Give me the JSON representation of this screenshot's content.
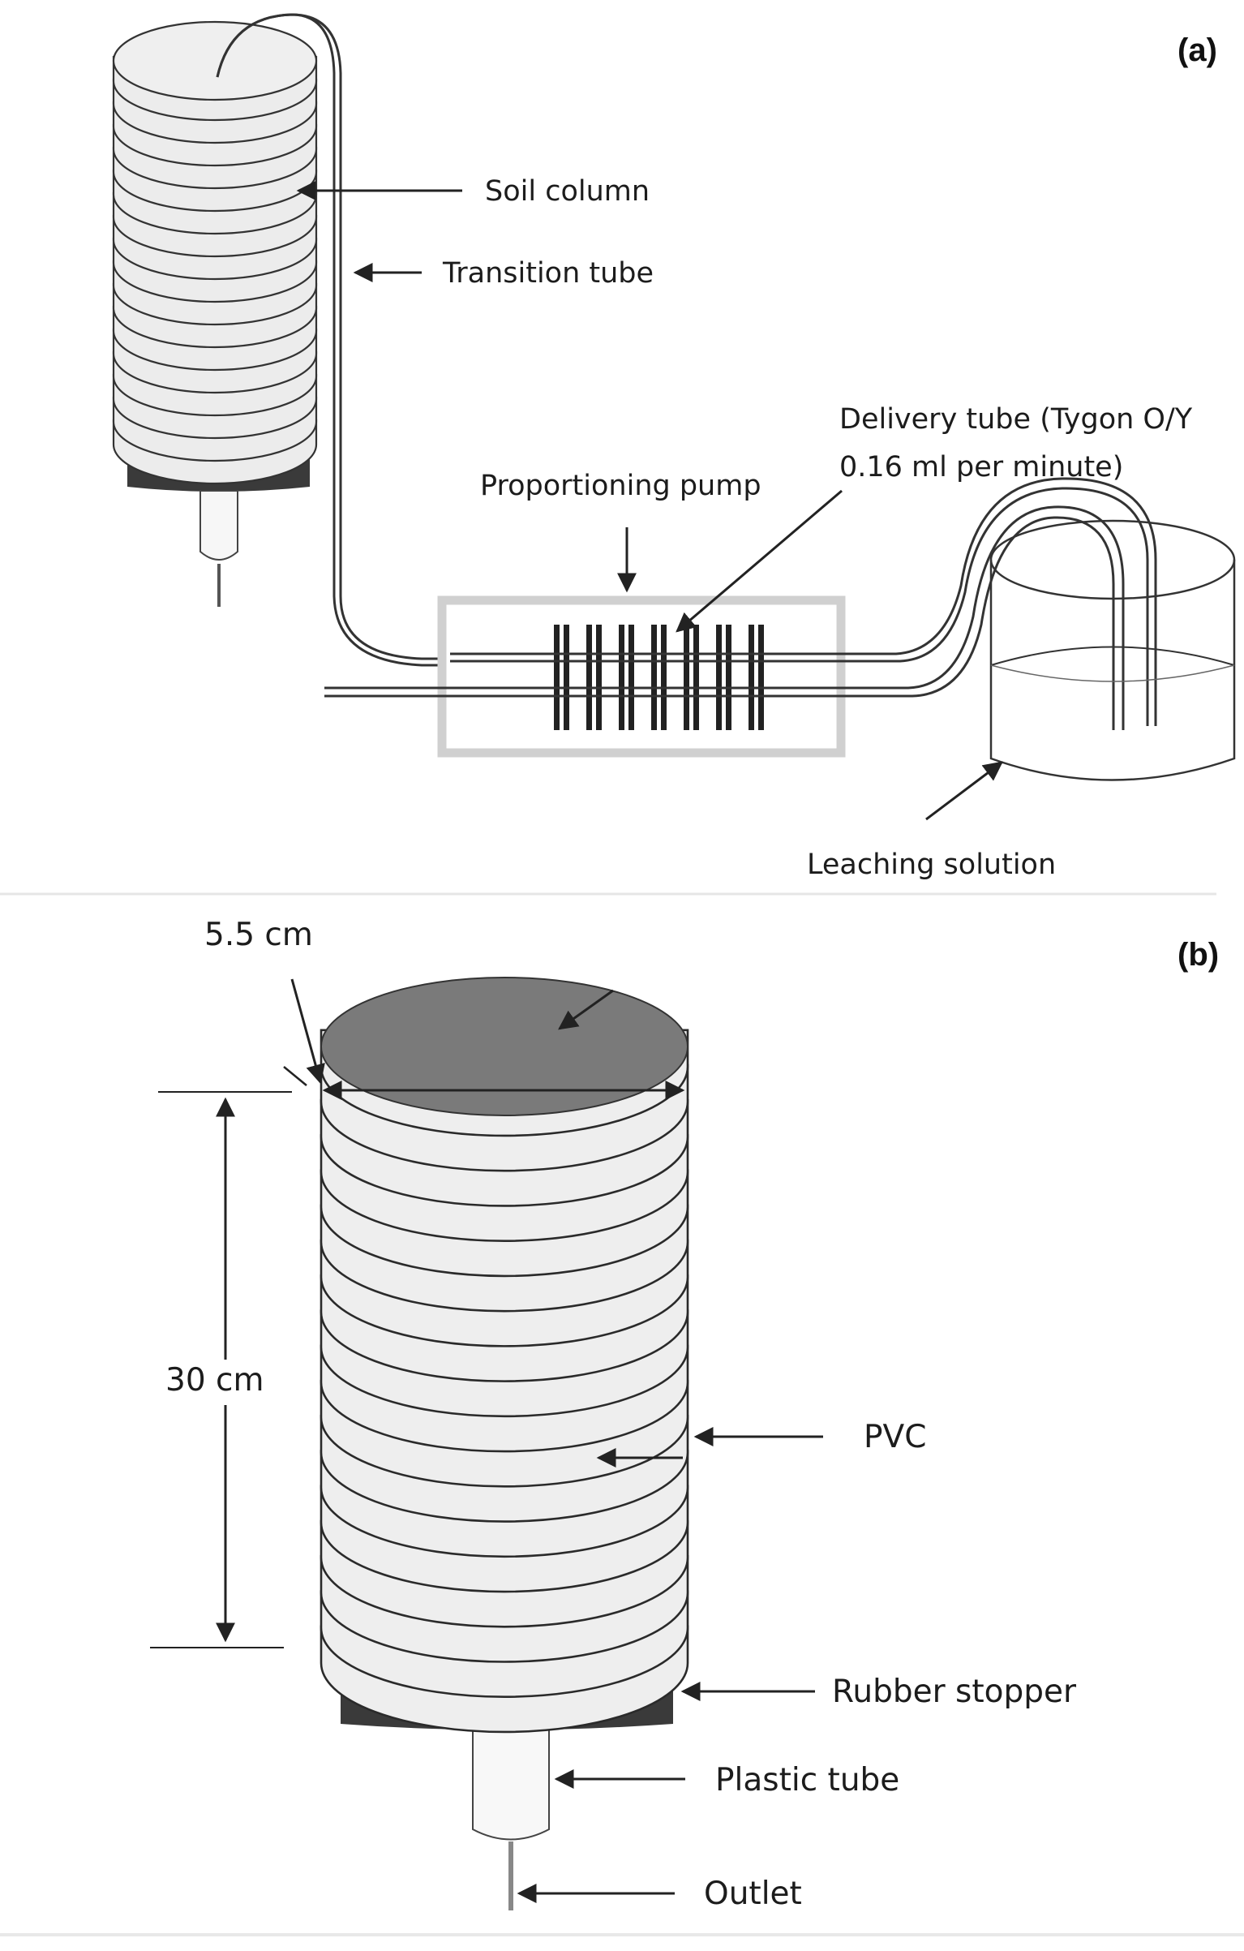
{
  "panel_a": {
    "panel_label": "(a)",
    "labels": {
      "soil_column": "Soil column",
      "transition_tube": "Transition tube",
      "delivery_tube_line1": "Delivery tube (Tygon O/Y",
      "delivery_tube_line2": "0.16 ml per minute)",
      "proportioning_pump": "Proportioning pump",
      "leaching_solution": "Leaching solution"
    }
  },
  "panel_b": {
    "panel_label": "(b)",
    "labels": {
      "diameter": "5.5 cm",
      "height": "30 cm",
      "pvc": "PVC",
      "rubber_stopper": "Rubber stopper",
      "plastic_tube": "Plastic tube",
      "outlet": "Outlet"
    }
  },
  "colors": {
    "stopper": "#3a3a3a",
    "column_top_b": "#7a7a7a",
    "pump_frame": "#d0d0d0",
    "tube": "#333333"
  }
}
